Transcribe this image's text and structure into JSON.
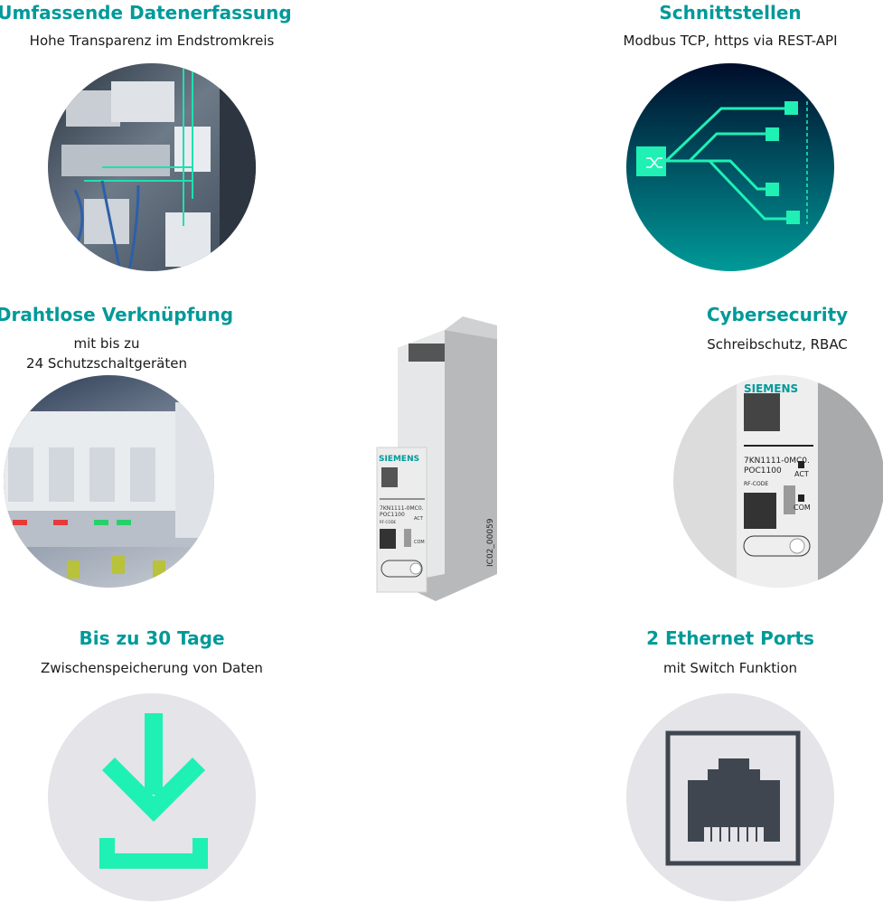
{
  "features": {
    "data_capture": {
      "title": "Umfassende Datenerfassung",
      "subtitle": "Hohe Transparenz im Endstromkreis",
      "image": "switchboard-photo"
    },
    "interfaces": {
      "title": "Schnittstellen",
      "subtitle": "Modbus TCP, https via REST-API",
      "icon": "network-switch-icon"
    },
    "wireless": {
      "title": "Drahtlose Verknüpfung",
      "subtitle_line1": "mit bis zu",
      "subtitle_line2": "24 Schutzschaltgeräten",
      "image": "breakers-photo"
    },
    "cybersecurity": {
      "title": "Cybersecurity",
      "subtitle": "Schreibschutz, RBAC",
      "image": "device-closeup-photo"
    },
    "buffer": {
      "title": "Bis zu 30 Tage",
      "subtitle": "Zwischenspeicherung von Daten",
      "icon": "download-icon"
    },
    "ethernet": {
      "title": "2 Ethernet Ports",
      "subtitle": "mit Switch Funktion",
      "icon": "ethernet-port-icon"
    }
  },
  "device": {
    "brand": "SIEMENS",
    "order_number": "7KN1111-0MC0.",
    "model": "POC1100",
    "led_act": "ACT",
    "led_com": "COM",
    "rf_code": "RF-CODE",
    "image_id": "IC02_00059"
  },
  "colors": {
    "accent": "#009999",
    "mint": "#1ff0b4",
    "icon_dark": "#3f4650",
    "circle_gray": "#e4e4e9"
  }
}
